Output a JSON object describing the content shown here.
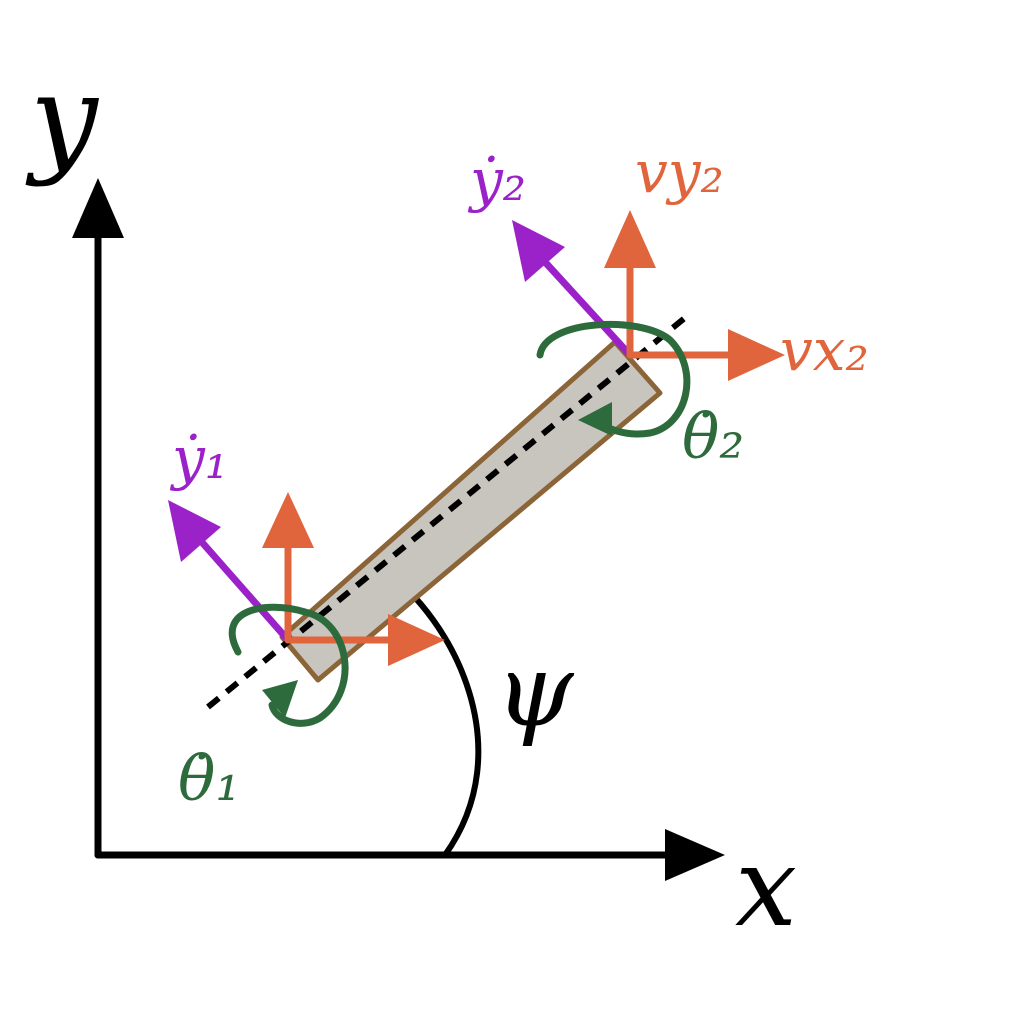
{
  "axes": {
    "x_label": "x",
    "y_label": "y",
    "angle_label": "ψ"
  },
  "node1": {
    "y_dot_label": "ẏ₁",
    "theta_dot_label": "θ̇₁"
  },
  "node2": {
    "y_dot_label": "ẏ₂",
    "vx_label": "vx₂",
    "vy_label": "vy₂",
    "theta_dot_label": "θ̇₂"
  },
  "colors": {
    "axes": "#000000",
    "beam_fill": "#c8c5bf",
    "beam_stroke": "#8b6437",
    "velocity": "#e0643c",
    "lateral": "#9b22c8",
    "rotation": "#2d6b3c"
  }
}
